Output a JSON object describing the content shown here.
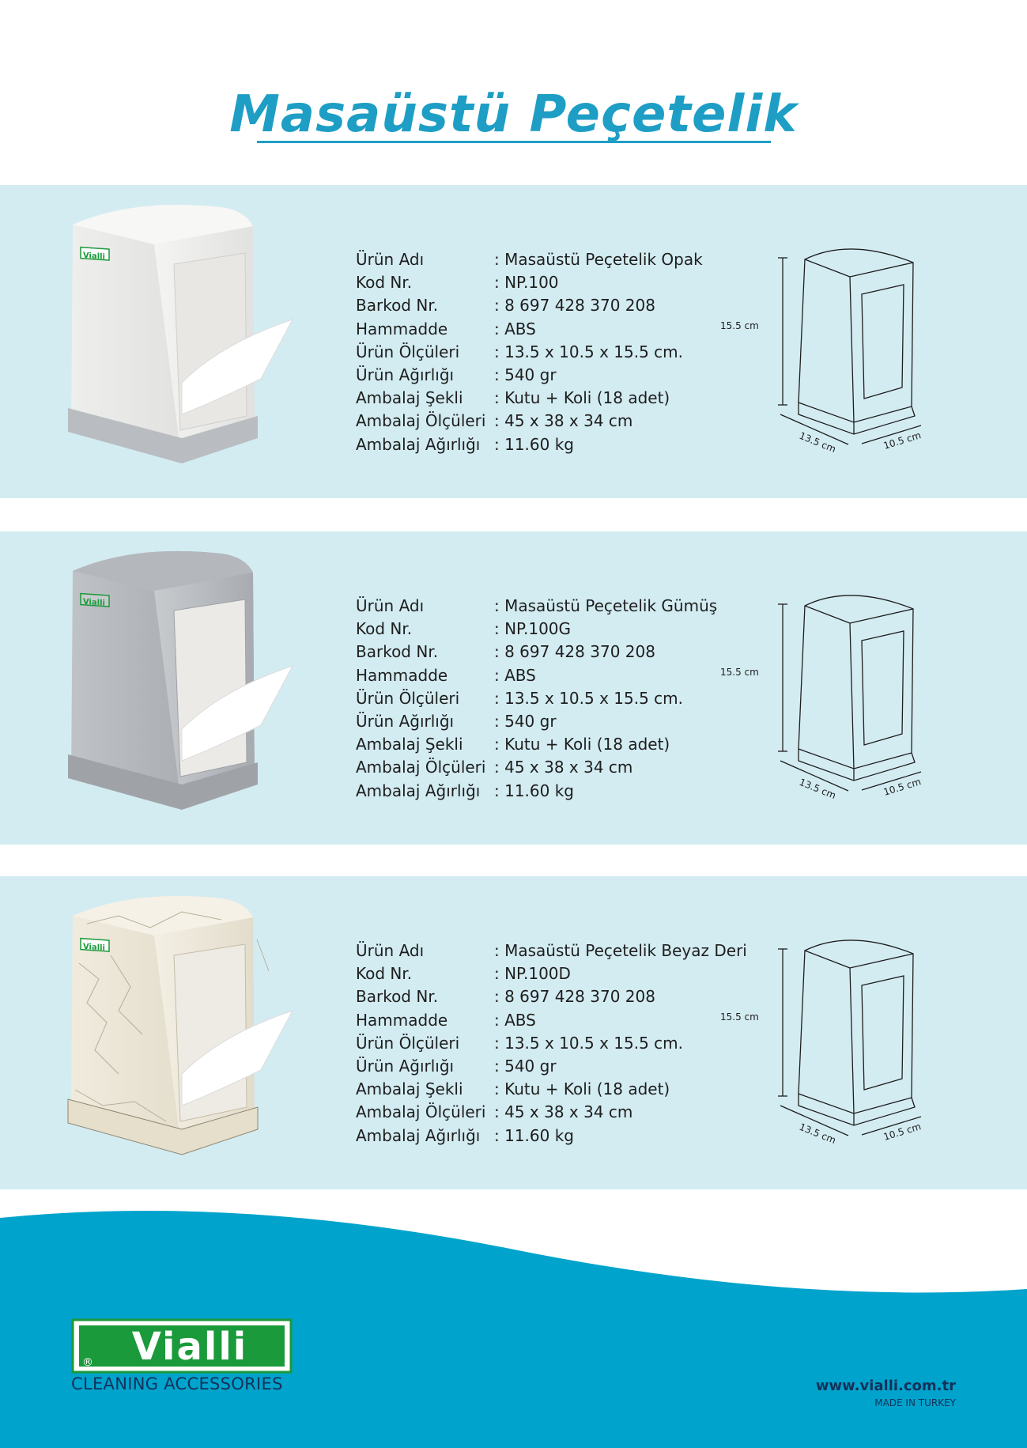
{
  "title": "Masaüstü Peçetelik",
  "spec_labels": {
    "name": "Ürün Adı",
    "code": "Kod Nr.",
    "barcode": "Barkod Nr.",
    "material": "Hammadde",
    "dimensions": "Ürün Ölçüleri",
    "weight": "Ürün Ağırlığı",
    "packaging": "Ambalaj Şekli",
    "package_dimensions": "Ambalaj Ölçüleri",
    "package_weight": "Ambalaj Ağırlığı"
  },
  "products": [
    {
      "variant": "opaque",
      "name": ": Masaüstü Peçetelik Opak",
      "code": ": NP.100",
      "barcode": ": 8 697 428 370 208",
      "material": ": ABS",
      "dimensions": ": 13.5 x 10.5 x 15.5 cm.",
      "weight": ": 540 gr",
      "packaging": ": Kutu + Koli (18 adet)",
      "package_dimensions": ": 45 x 38 x 34 cm",
      "package_weight": ": 11.60 kg",
      "logo_text": "Vialli"
    },
    {
      "variant": "silver",
      "name": ": Masaüstü Peçetelik Gümüş",
      "code": ": NP.100G",
      "barcode": ": 8 697 428 370 208",
      "material": ": ABS",
      "dimensions": ": 13.5 x 10.5 x 15.5 cm.",
      "weight": ": 540 gr",
      "packaging": ": Kutu + Koli (18 adet)",
      "package_dimensions": ": 45 x 38 x 34 cm",
      "package_weight": ": 11.60 kg",
      "logo_text": "Vialli"
    },
    {
      "variant": "white-leather",
      "name": ": Masaüstü Peçetelik Beyaz Deri",
      "code": ": NP.100D",
      "barcode": ": 8 697 428 370 208",
      "material": ": ABS",
      "dimensions": ": 13.5 x 10.5 x 15.5 cm.",
      "weight": ": 540 gr",
      "packaging": ": Kutu + Koli (18 adet)",
      "package_dimensions": ": 45 x 38 x 34 cm",
      "package_weight": ": 11.60 kg",
      "logo_text": "Vialli"
    }
  ],
  "drawing_labels": {
    "height": "15.5 cm",
    "width": "13.5 cm",
    "depth": "10.5 cm"
  },
  "footer": {
    "brand": "Vialli",
    "registered": "®",
    "tagline": "CLEANING ACCESSORIES",
    "website": "www.vialli.com.tr",
    "made_in": "MADE IN TURKEY"
  },
  "colors": {
    "title": "#1e9ec5",
    "band": "#d3ecf2",
    "footer_wave": "#00a3cc",
    "logo_green": "#1a9a3a",
    "text_dark": "#14325a"
  }
}
